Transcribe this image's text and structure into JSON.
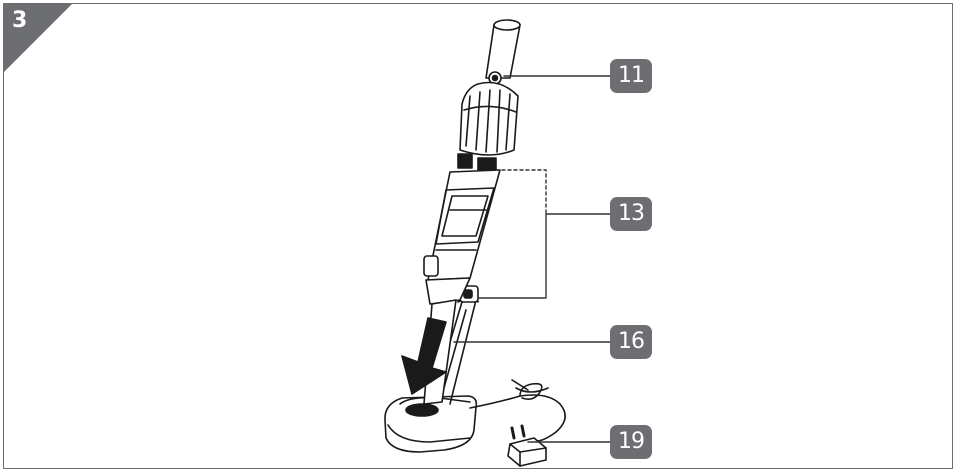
{
  "figure": {
    "step_number": "3",
    "callouts": [
      {
        "id": "11",
        "label": "11"
      },
      {
        "id": "13",
        "label": "13"
      },
      {
        "id": "16",
        "label": "16"
      },
      {
        "id": "19",
        "label": "19"
      }
    ],
    "colors": {
      "frame": "#6d6e71",
      "callout_bg": "#6d6e71",
      "callout_text": "#ffffff",
      "line_art": "#1a1a1a"
    },
    "icons": [
      "down-arrow-icon",
      "power-plug-icon"
    ]
  }
}
